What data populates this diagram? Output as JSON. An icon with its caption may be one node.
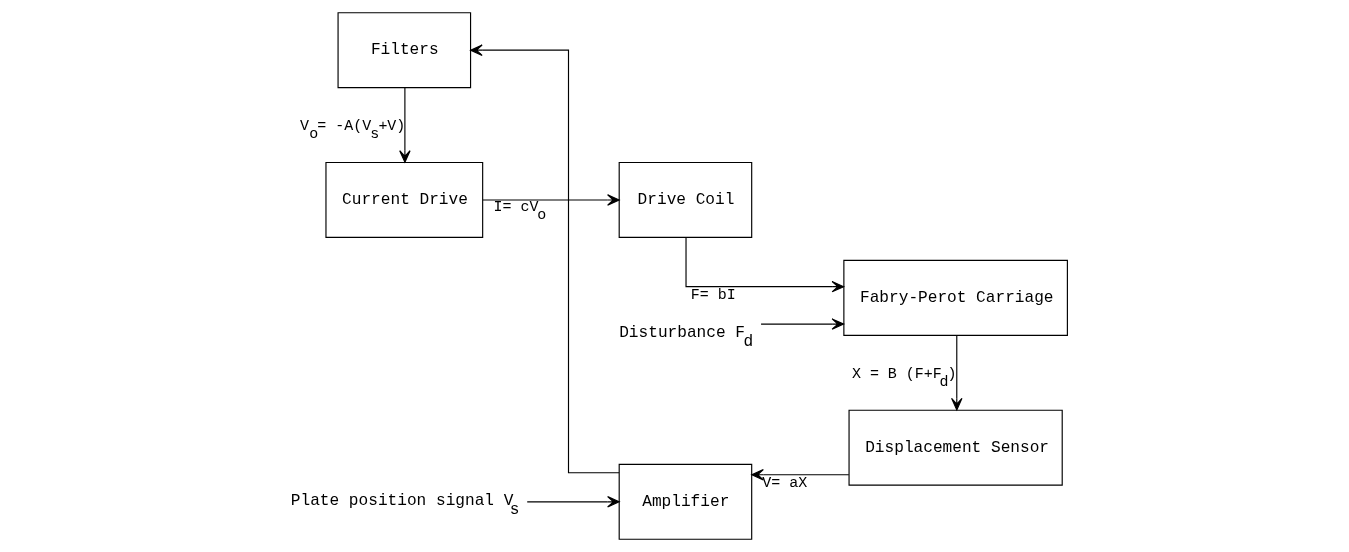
{
  "diagram": {
    "nodes": [
      {
        "text": [
          "Current Drive"
        ]
      },
      {
        "text": [
          "Drive Coil"
        ]
      },
      {
        "text": [
          "Fabry-Perot Carriage"
        ]
      },
      {
        "text": [
          "Displacement Sensor"
        ]
      },
      {
        "text": [
          "Amplifier"
        ]
      },
      {
        "text": [
          "Filters"
        ]
      },
      {
        "text": [
          "Disturbance F$_{d}$"
        ]
      },
      {
        "text": [
          "Plate position signal V$_{s}$"
        ]
      }
    ],
    "edges": [
      {
        "from": 0,
        "to": 1,
        "arrow": "to",
        "label": "I= cV$_{o}$"
      },
      {
        "from": 1,
        "to": 2,
        "arrow": "to",
        "label": "F= bI"
      },
      {
        "from": 2,
        "to": 3,
        "arrow": "to",
        "label": "X = B (F+F$_{d}$)"
      },
      {
        "from": 3,
        "to": 4,
        "arrow": "to",
        "label": "V= aX"
      },
      {
        "from": 4,
        "to": 5,
        "arrow": "to"
      },
      {
        "from": 5,
        "to": 0,
        "arrow": "to",
        "label": "V$_{o}$= -A(V$_{s}$+V)"
      },
      {
        "from": 6,
        "to": 2,
        "arrow": "to"
      },
      {
        "from": 7,
        "to": 4,
        "arrow": "to"
      }
    ]
  }
}
